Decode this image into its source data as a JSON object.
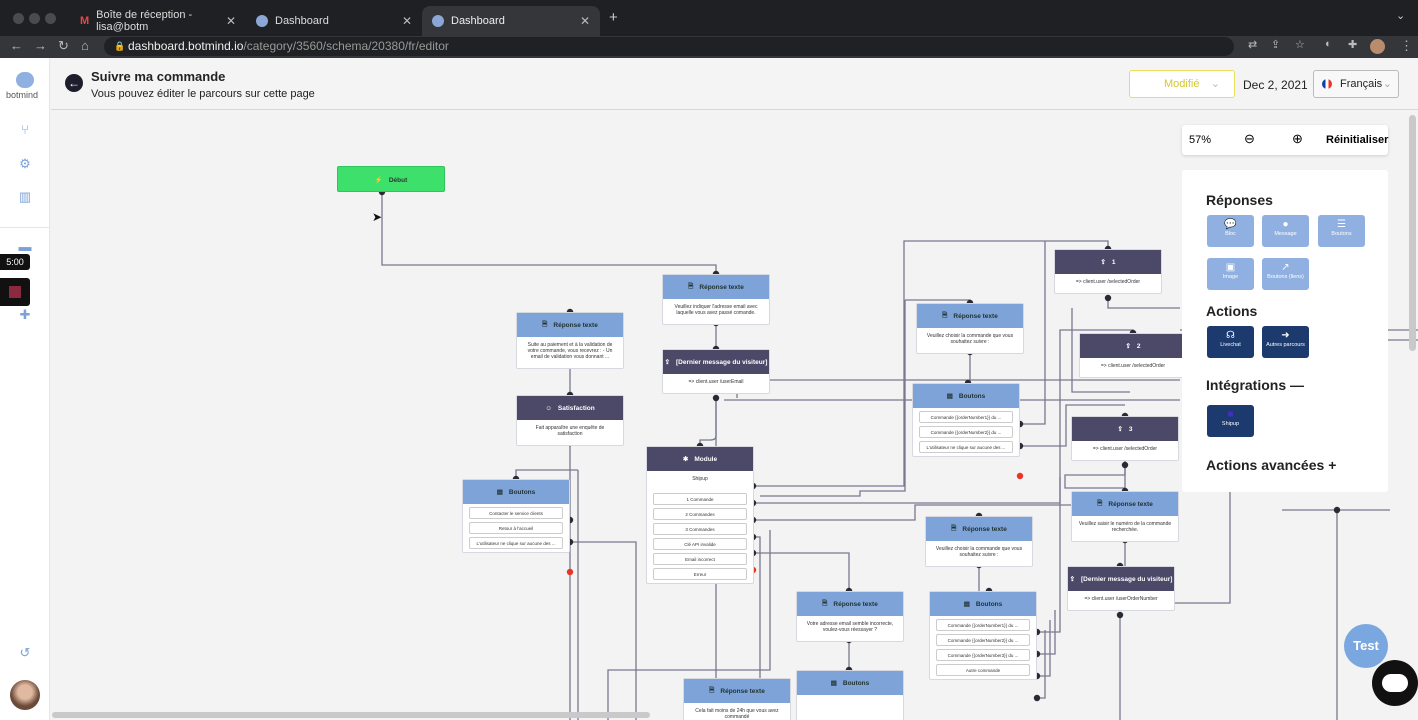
{
  "browser": {
    "tabs": [
      {
        "label": "Boîte de réception - lisa@botm",
        "active": false
      },
      {
        "label": "Dashboard",
        "active": false
      },
      {
        "label": "Dashboard",
        "active": true
      }
    ],
    "url_host": "dashboard.botmind.io",
    "url_path": "/category/3560/schema/20380/fr/editor"
  },
  "sidebar": {
    "logo": "botmind",
    "icons": [
      "branch-icon",
      "gears-icon",
      "chart-icon",
      "chat-icon",
      "puzzle-icon",
      "history-icon"
    ]
  },
  "recording": {
    "timer": "5:00"
  },
  "header": {
    "title": "Suivre ma commande",
    "subtitle": "Vous pouvez éditer le parcours sur cette page",
    "status": "Modifié",
    "date": "Dec 2, 2021",
    "language": "Français"
  },
  "zoom": {
    "level": "57%",
    "reset": "Réinitialiser"
  },
  "panel": {
    "responses_title": "Réponses",
    "responses": [
      {
        "label": "Bloc",
        "icon": "chat-dots-icon"
      },
      {
        "label": "Message",
        "icon": "chat-icon"
      },
      {
        "label": "Boutons",
        "icon": "list-icon"
      },
      {
        "label": "Image",
        "icon": "image-icon"
      },
      {
        "label": "Boutons (liens)",
        "icon": "external-link-icon"
      }
    ],
    "actions_title": "Actions",
    "actions": [
      {
        "label": "Livechat",
        "icon": "headset-icon"
      },
      {
        "label": "Autres parcours",
        "icon": "arrow-circle-icon"
      }
    ],
    "integrations_title": "Intégrations",
    "integrations": [
      {
        "label": "Shipup",
        "icon": "shipup-icon"
      }
    ],
    "advanced_title": "Actions avancées"
  },
  "test_button": "Test",
  "colors": {
    "accent": "#7ba7e0",
    "dark_node": "#4b4868",
    "light_node": "#7ea3d8",
    "start_node": "#3de06a",
    "error_port": "#e8352a"
  },
  "nodes": [
    {
      "type": "start",
      "title": "Début"
    },
    {
      "type": "light",
      "title": "Réponse texte",
      "body": "Veuillez indiquer l'adresse email avec laquelle vous avez passé comande."
    },
    {
      "type": "light",
      "title": "Réponse texte",
      "body": "Suite au paiement et à la validation de votre commande, vous recevrez : - Un email de validation vous donnant ..."
    },
    {
      "type": "dark",
      "title": "[Dernier message du visiteur]",
      "body": "=> client.user /userEmail"
    },
    {
      "type": "dark",
      "title": "Satisfaction",
      "body": "Fait apparaître une enquête de satisfaction"
    },
    {
      "type": "dark",
      "title": "Module",
      "body": "Shipup",
      "rows": [
        "1 Commande",
        "2 Commandes",
        "3 Commandes",
        "Clé API invalide",
        "Email incorrect",
        "Erreur"
      ]
    },
    {
      "type": "light",
      "title": "Boutons",
      "rows": [
        "Contacter le service clients",
        "Retour à l'accueil",
        "L'utilisateur ne clique sur aucune des ..."
      ]
    },
    {
      "type": "light",
      "title": "Réponse texte",
      "body": "Veuillez choisir la commande que vous souhaitez suivre :"
    },
    {
      "type": "light",
      "title": "Boutons",
      "rows": [
        "Commande {{orderNumber1}} du ...",
        "Commande {{orderNumber2}} du ...",
        "L'utilisateur ne clique sur aucune des ..."
      ]
    },
    {
      "type": "dark",
      "title": "1",
      "body": "=> client.user /selectedOrder"
    },
    {
      "type": "dark",
      "title": "2",
      "body": "=> client.user /selectedOrder"
    },
    {
      "type": "dark",
      "title": "3",
      "body": "=> client.user /selectedOrder"
    },
    {
      "type": "light",
      "title": "Réponse texte",
      "body": "Veuillez saisir le numéro de la commande recherchée."
    },
    {
      "type": "dark",
      "title": "[Dernier message du visiteur]",
      "body": "=> client.user /userOrderNumber"
    },
    {
      "type": "light",
      "title": "Réponse texte",
      "body": "Veuillez choisir la commande que vous souhaitez suivre :"
    },
    {
      "type": "light",
      "title": "Boutons",
      "rows": [
        "Commande {{orderNumber1}} du ...",
        "Commande {{orderNumber2}} du ...",
        "Commande {{orderNumber3}} du ...",
        "Autre commande"
      ]
    },
    {
      "type": "light",
      "title": "Réponse texte",
      "body": "Votre adresse email semble incorrecte, voulez-vous réessayer ?"
    },
    {
      "type": "light",
      "title": "Boutons",
      "rows": []
    },
    {
      "type": "light",
      "title": "Réponse texte",
      "body": "Cela fait moins de 24h que vous avez commandé"
    }
  ]
}
